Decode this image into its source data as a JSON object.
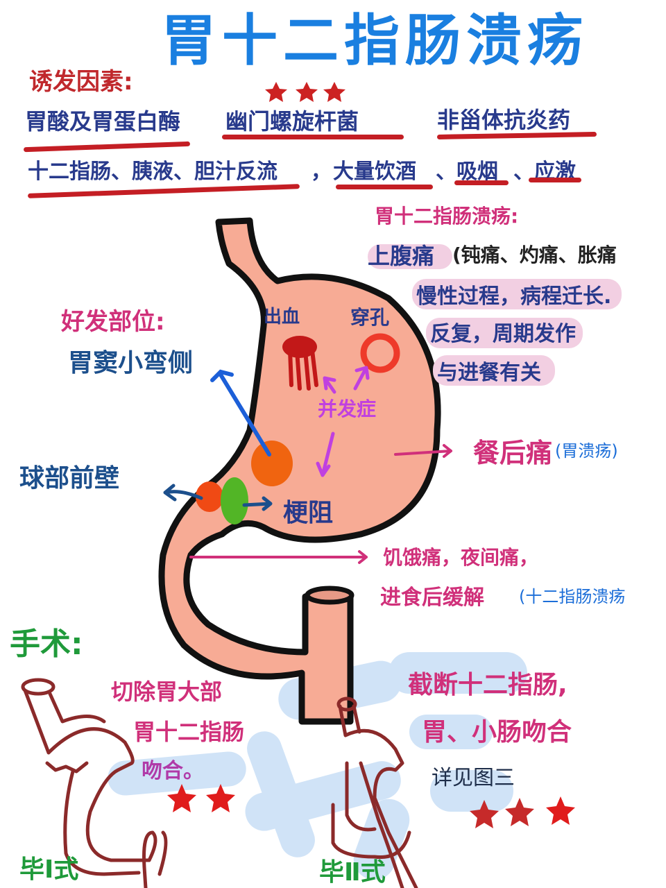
{
  "title": "胃十二指肠溃疡",
  "causes": {
    "heading": "诱发因素:",
    "stars": "★★★",
    "items": [
      "胃酸及胃蛋白酶",
      "幽门螺旋杆菌",
      "非甾体抗炎药",
      "十二指肠、胰液、胆汁反流",
      "，",
      "大量饮酒",
      "、吸烟",
      "、应激"
    ]
  },
  "symptoms": {
    "heading": "胃十二指肠溃疡:",
    "main": "上腹痛",
    "types": "(钝痛、灼痛、胀痛",
    "lines": [
      "慢性过程，病程迁长.",
      "反复，周期发作",
      "与进餐有关"
    ]
  },
  "sites": {
    "heading": "好发部位:",
    "gastric": "胃窦小弯侧",
    "duodenal": "球部前壁"
  },
  "complications": {
    "label": "并发症",
    "bleeding": "出血",
    "perforation": "穿孔",
    "obstruction": "梗阻"
  },
  "pain": {
    "postprandial": "餐后痛",
    "postprandial_note": "(胃溃疡)",
    "hunger_line1": "饥饿痛，夜间痛，",
    "hunger_line2": "进食后缓解",
    "hunger_note": "(十二指肠溃疡"
  },
  "surgery": {
    "heading": "手术:",
    "billroth1": {
      "desc": [
        "切除胃大部",
        "胃十二指肠",
        "吻合。"
      ],
      "stars": "★★",
      "label": "毕Ⅰ式"
    },
    "billroth2": {
      "desc": [
        "截断十二指肠,",
        "胃、小肠吻合"
      ],
      "see": "详见图三",
      "stars": "★★★",
      "label": "毕Ⅱ式"
    }
  },
  "colors": {
    "title": "#1a7fe0",
    "stomach": "#f7ab95",
    "outline": "#111111",
    "underline": "#c41e24",
    "highlight": "#f2cfe2",
    "magenta": "#d0307a",
    "surgery_line": "#8b2a2a",
    "watermark": "#a9cdf0"
  }
}
